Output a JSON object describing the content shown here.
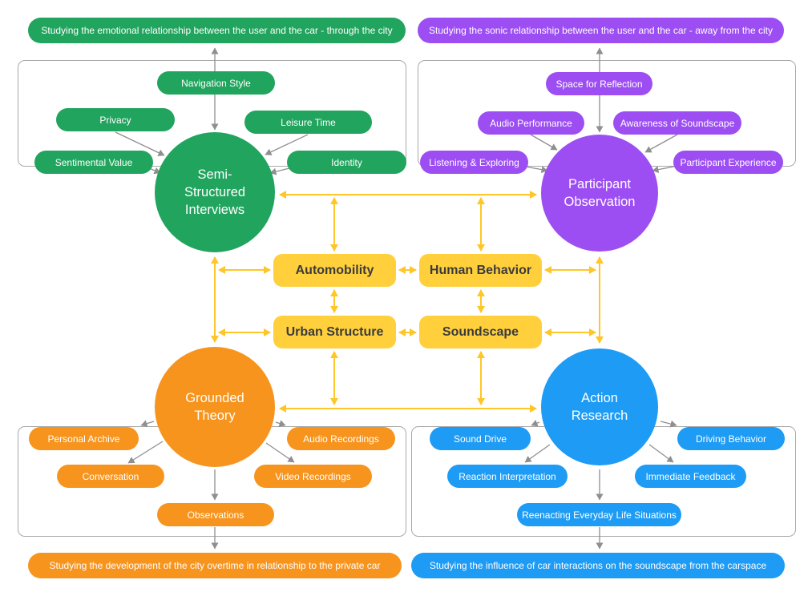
{
  "palette": {
    "green": "#21A45D",
    "purple": "#9D4EF3",
    "orange": "#F7941E",
    "blue": "#1E9BF4",
    "yellow_box": "#FFD03C",
    "yellow_arrow": "#FFC629",
    "line": "#8F8F8F",
    "frame": "#A9A9A9",
    "text_dark": "#3B3B3B"
  },
  "themes": [
    "Automobility",
    "Human Behavior",
    "Urban Structure",
    "Soundscape"
  ],
  "quadrants": [
    {
      "id": "top-left",
      "banner": "Studying the emotional relationship between the user and the car - through the city",
      "method": "Semi-Structured Interviews",
      "method_lines": [
        "Semi-",
        "Structured",
        "Interviews"
      ],
      "satellites": [
        "Navigation Style",
        "Privacy",
        "Leisure Time",
        "Sentimental Value",
        "Identity"
      ]
    },
    {
      "id": "top-right",
      "banner": "Studying the sonic relationship between the user and the car - away from the city",
      "method": "Participant Observation",
      "method_lines": [
        "Participant",
        "Observation"
      ],
      "satellites": [
        "Space for Reflection",
        "Audio Performance",
        "Awareness of Soundscape",
        "Listening & Exploring",
        "Participant Experience"
      ]
    },
    {
      "id": "bottom-left",
      "banner": "Studying the development of the city overtime in relationship to the private car",
      "method": "Grounded Theory",
      "method_lines": [
        "Grounded",
        "Theory"
      ],
      "satellites": [
        "Personal Archive",
        "Audio Recordings",
        "Conversation",
        "Video Recordings",
        "Observations"
      ]
    },
    {
      "id": "bottom-right",
      "banner": "Studying the influence of car interactions on the soundscape from the carspace",
      "method": "Action Research",
      "method_lines": [
        "Action",
        "Research"
      ],
      "satellites": [
        "Sound Drive",
        "Driving Behavior",
        "Reaction Interpretation",
        "Immediate Feedback",
        "Reenacting Everyday Life Situations"
      ]
    }
  ]
}
